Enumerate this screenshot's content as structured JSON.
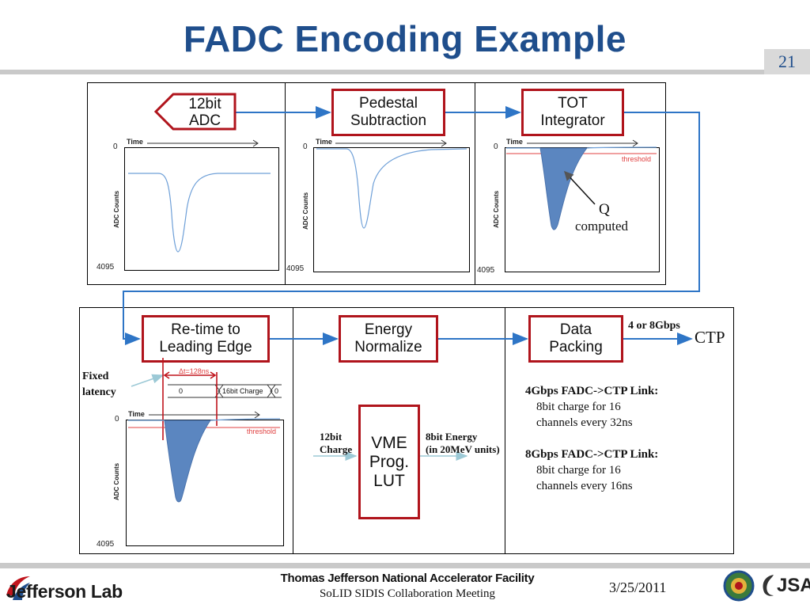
{
  "title": "FADC Encoding Example",
  "slide_number": "21",
  "top_row": {
    "adc_box": "12bit ADC",
    "adc_box_lines": [
      "12bit",
      "ADC"
    ],
    "pedestal_lines": [
      "Pedestal",
      "Subtraction"
    ],
    "tot_lines": [
      "TOT",
      "Integrator"
    ],
    "time_label": "Time",
    "y_axis_label": "ADC Counts",
    "y_top_tick": "0",
    "y_bottom_tick": "4095",
    "threshold_label": "threshold",
    "q_label": "Q",
    "computed_label": "computed"
  },
  "bottom_row": {
    "retime_lines": [
      "Re-time to",
      "Leading Edge"
    ],
    "energy_lines": [
      "Energy",
      "Normalize"
    ],
    "packing_lines": [
      "Data",
      "Packing"
    ],
    "link_speed": "4 or 8Gbps",
    "ctp": "CTP",
    "fixed_latency_lines": [
      "Fixed",
      "latency"
    ],
    "delta_t": "Δt=128ns",
    "word_zero_left": "0",
    "word_charge": "16bit Charge",
    "word_zero_right": "0",
    "time_label": "Time",
    "y_axis_label": "ADC Counts",
    "y_top_tick": "0",
    "y_bottom_tick": "4095",
    "threshold_label": "threshold",
    "input_lines": [
      "12bit",
      "Charge"
    ],
    "lut_lines": [
      "VME",
      "Prog.",
      "LUT"
    ],
    "output_lines": [
      "8bit Energy",
      "(in 20MeV units)"
    ],
    "link4_title": "4Gbps FADC->CTP Link:",
    "link4_lines": [
      "8bit charge for 16",
      "channels every 32ns"
    ],
    "link8_title": "8Gbps FADC->CTP Link:",
    "link8_lines": [
      "8bit charge for 16",
      "channels every 16ns"
    ]
  },
  "footer": {
    "logo_text": "Jefferson Lab",
    "institution": "Thomas Jefferson National Accelerator Facility",
    "meeting": "SoLID SIDIS Collaboration Meeting",
    "date": "3/25/2011",
    "jsa_logo": "JSA"
  },
  "colors": {
    "title": "#1f4e8c",
    "red_box": "#b0141c",
    "arrow_blue": "#2e75c6",
    "pulse_fill": "#5b86c0",
    "threshold": "#e04040"
  }
}
